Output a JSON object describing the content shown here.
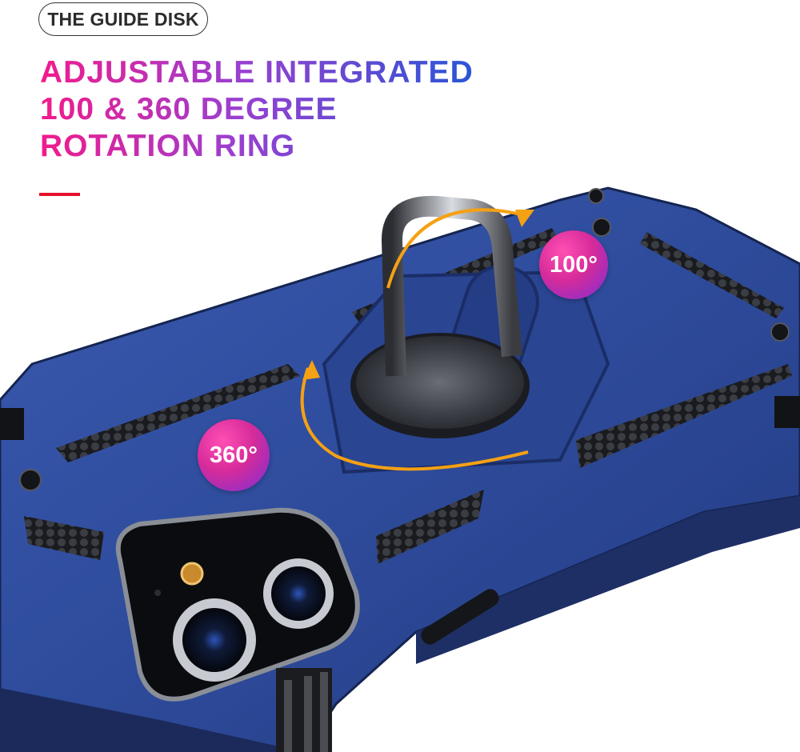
{
  "tag_label": "THE GUIDE DISK",
  "headline": {
    "line1": "ADJUSTABLE INTEGRATED",
    "line2": "100 & 360 DEGREE",
    "line3": "ROTATION RING"
  },
  "badges": {
    "rotation_small": "100°",
    "rotation_full": "360°"
  },
  "colors": {
    "case_blue": "#2e4b9b",
    "accent_pink": "#f21b8c",
    "accent_blue": "#2a55d6",
    "arrow_orange": "#f5a114",
    "rule_red": "#e5112b"
  }
}
